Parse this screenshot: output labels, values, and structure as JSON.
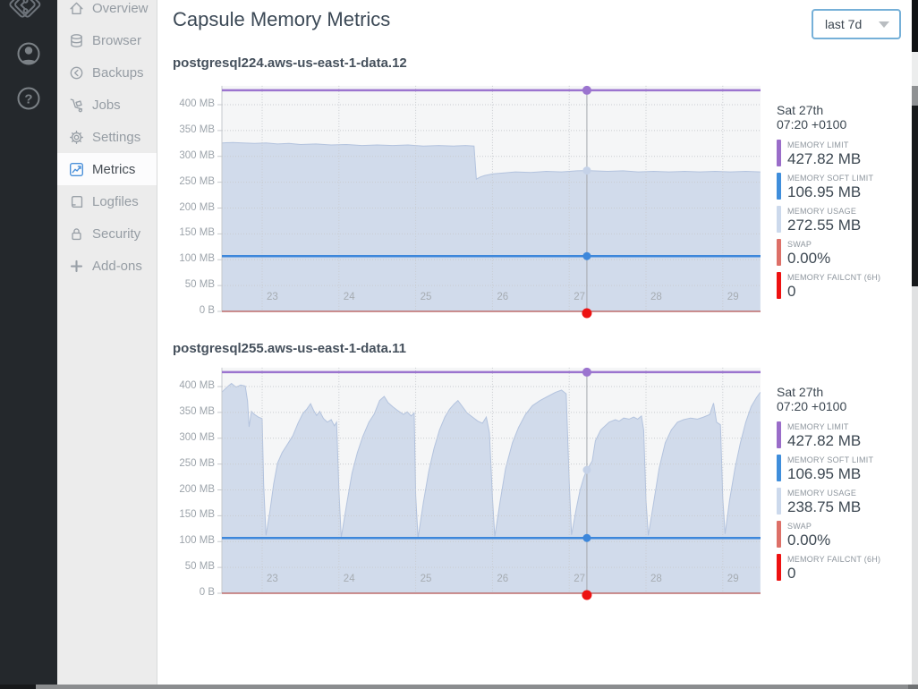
{
  "rail": {
    "logo_icon": "circuit-diamond-logo",
    "avatar_icon": "person",
    "help_glyph": "?"
  },
  "sidebar": {
    "items": [
      {
        "id": "overview",
        "label": "Overview"
      },
      {
        "id": "browser",
        "label": "Browser"
      },
      {
        "id": "backups",
        "label": "Backups"
      },
      {
        "id": "jobs",
        "label": "Jobs"
      },
      {
        "id": "settings",
        "label": "Settings"
      },
      {
        "id": "metrics",
        "label": "Metrics",
        "active": true
      },
      {
        "id": "logfiles",
        "label": "Logfiles"
      },
      {
        "id": "security",
        "label": "Security"
      },
      {
        "id": "addons",
        "label": "Add-ons"
      }
    ]
  },
  "header": {
    "title": "Capsule Memory Metrics",
    "range_selector": {
      "value": "last 7d"
    }
  },
  "charts": [
    {
      "title": "postgresql224.aws-us-east-1-data.12",
      "tooltip_date": "Sat 27th",
      "tooltip_time": "07:20 +0100",
      "legend": [
        {
          "label": "MEMORY LIMIT",
          "value": "427.82 MB",
          "color": "#9a6dc9"
        },
        {
          "label": "MEMORY SOFT LIMIT",
          "value": "106.95 MB",
          "color": "#3f8edb"
        },
        {
          "label": "MEMORY USAGE",
          "value": "272.55 MB",
          "color": "#ccd9ec"
        },
        {
          "label": "SWAP",
          "value": "0.00%",
          "color": "#dd7068"
        },
        {
          "label": "MEMORY FAILCNT (6H)",
          "value": "0",
          "color": "#ee1111"
        }
      ]
    },
    {
      "title": "postgresql255.aws-us-east-1-data.11",
      "tooltip_date": "Sat 27th",
      "tooltip_time": "07:20 +0100",
      "legend": [
        {
          "label": "MEMORY LIMIT",
          "value": "427.82 MB",
          "color": "#9a6dc9"
        },
        {
          "label": "MEMORY SOFT LIMIT",
          "value": "106.95 MB",
          "color": "#3f8edb"
        },
        {
          "label": "MEMORY USAGE",
          "value": "238.75 MB",
          "color": "#ccd9ec"
        },
        {
          "label": "SWAP",
          "value": "0.00%",
          "color": "#dd7068"
        },
        {
          "label": "MEMORY FAILCNT (6H)",
          "value": "0",
          "color": "#ee1111"
        }
      ]
    }
  ],
  "chart_data": [
    {
      "type": "area",
      "title": "postgresql224.aws-us-east-1-data.12",
      "x_range": [
        22.48,
        29.49
      ],
      "x_ticks": [
        23,
        24,
        25,
        26,
        27,
        28,
        29
      ],
      "y_ticks": [
        {
          "v": 400,
          "label": "400 MB"
        },
        {
          "v": 350,
          "label": "350 MB"
        },
        {
          "v": 300,
          "label": "300 MB"
        },
        {
          "v": 250,
          "label": "250 MB"
        },
        {
          "v": 200,
          "label": "200 MB"
        },
        {
          "v": 150,
          "label": "150 MB"
        },
        {
          "v": 100,
          "label": "100 MB"
        },
        {
          "v": 50,
          "label": "50 MB"
        },
        {
          "v": 0,
          "label": "0 B"
        }
      ],
      "ylim": [
        0,
        440
      ],
      "grid": true,
      "legend_position": "right",
      "memory_limit_mb": 427.82,
      "memory_soft_limit_mb": 106.95,
      "swap_pct": 0.0,
      "failcnt_6h": 0,
      "cursor": {
        "day": 27.23,
        "usage_mb": 272.55
      },
      "usage_series": [
        [
          22.48,
          326
        ],
        [
          22.62,
          327
        ],
        [
          22.75,
          326
        ],
        [
          22.9,
          325
        ],
        [
          23.05,
          326
        ],
        [
          23.2,
          324
        ],
        [
          23.35,
          325
        ],
        [
          23.5,
          323
        ],
        [
          23.7,
          324
        ],
        [
          23.9,
          322
        ],
        [
          24.1,
          323
        ],
        [
          24.3,
          321
        ],
        [
          24.5,
          322
        ],
        [
          24.7,
          321
        ],
        [
          24.9,
          322
        ],
        [
          25.1,
          320
        ],
        [
          25.3,
          321
        ],
        [
          25.5,
          320
        ],
        [
          25.65,
          321
        ],
        [
          25.76,
          320
        ],
        [
          25.79,
          256
        ],
        [
          25.84,
          260
        ],
        [
          25.9,
          263
        ],
        [
          26.0,
          266
        ],
        [
          26.15,
          268
        ],
        [
          26.3,
          270
        ],
        [
          26.5,
          269
        ],
        [
          26.7,
          271
        ],
        [
          26.9,
          270
        ],
        [
          27.1,
          272
        ],
        [
          27.23,
          272.55
        ],
        [
          27.5,
          271
        ],
        [
          27.7,
          272
        ],
        [
          27.9,
          270
        ],
        [
          28.1,
          271
        ],
        [
          28.3,
          270
        ],
        [
          28.5,
          271
        ],
        [
          28.7,
          270
        ],
        [
          28.9,
          271
        ],
        [
          29.1,
          270
        ],
        [
          29.3,
          271
        ],
        [
          29.49,
          270
        ]
      ]
    },
    {
      "type": "area",
      "title": "postgresql255.aws-us-east-1-data.11",
      "x_range": [
        22.48,
        29.49
      ],
      "x_ticks": [
        23,
        24,
        25,
        26,
        27,
        28,
        29
      ],
      "y_ticks": [
        {
          "v": 400,
          "label": "400 MB"
        },
        {
          "v": 350,
          "label": "350 MB"
        },
        {
          "v": 300,
          "label": "300 MB"
        },
        {
          "v": 250,
          "label": "250 MB"
        },
        {
          "v": 200,
          "label": "200 MB"
        },
        {
          "v": 150,
          "label": "150 MB"
        },
        {
          "v": 100,
          "label": "100 MB"
        },
        {
          "v": 50,
          "label": "50 MB"
        },
        {
          "v": 0,
          "label": "0 B"
        }
      ],
      "ylim": [
        0,
        440
      ],
      "grid": true,
      "legend_position": "right",
      "memory_limit_mb": 427.82,
      "memory_soft_limit_mb": 106.95,
      "swap_pct": 0.0,
      "failcnt_6h": 0,
      "cursor": {
        "day": 27.23,
        "usage_mb": 238.75
      },
      "usage_series": [
        [
          22.48,
          390
        ],
        [
          22.55,
          400
        ],
        [
          22.6,
          406
        ],
        [
          22.66,
          399
        ],
        [
          22.72,
          403
        ],
        [
          22.78,
          401
        ],
        [
          22.81,
          372
        ],
        [
          22.83,
          322
        ],
        [
          22.86,
          352
        ],
        [
          22.9,
          346
        ],
        [
          22.95,
          341
        ],
        [
          23.0,
          338
        ],
        [
          23.02,
          210
        ],
        [
          23.05,
          112
        ],
        [
          23.1,
          158
        ],
        [
          23.15,
          212
        ],
        [
          23.2,
          252
        ],
        [
          23.26,
          272
        ],
        [
          23.32,
          286
        ],
        [
          23.4,
          305
        ],
        [
          23.47,
          330
        ],
        [
          23.53,
          348
        ],
        [
          23.58,
          356
        ],
        [
          23.63,
          367
        ],
        [
          23.67,
          354
        ],
        [
          23.71,
          344
        ],
        [
          23.75,
          352
        ],
        [
          23.8,
          338
        ],
        [
          23.85,
          331
        ],
        [
          23.9,
          336
        ],
        [
          23.94,
          324
        ],
        [
          23.97,
          331
        ],
        [
          24.0,
          200
        ],
        [
          24.03,
          108
        ],
        [
          24.1,
          172
        ],
        [
          24.17,
          232
        ],
        [
          24.24,
          272
        ],
        [
          24.31,
          303
        ],
        [
          24.39,
          331
        ],
        [
          24.46,
          347
        ],
        [
          24.53,
          373
        ],
        [
          24.59,
          381
        ],
        [
          24.64,
          369
        ],
        [
          24.7,
          361
        ],
        [
          24.77,
          353
        ],
        [
          24.84,
          346
        ],
        [
          24.89,
          351
        ],
        [
          24.94,
          343
        ],
        [
          24.98,
          349
        ],
        [
          25.0,
          190
        ],
        [
          25.03,
          107
        ],
        [
          25.1,
          176
        ],
        [
          25.17,
          236
        ],
        [
          25.24,
          281
        ],
        [
          25.31,
          316
        ],
        [
          25.38,
          341
        ],
        [
          25.44,
          356
        ],
        [
          25.5,
          366
        ],
        [
          25.55,
          373
        ],
        [
          25.61,
          361
        ],
        [
          25.67,
          349
        ],
        [
          25.74,
          341
        ],
        [
          25.81,
          333
        ],
        [
          25.87,
          329
        ],
        [
          25.92,
          341
        ],
        [
          25.96,
          311
        ],
        [
          26.0,
          185
        ],
        [
          26.03,
          110
        ],
        [
          26.1,
          178
        ],
        [
          26.17,
          241
        ],
        [
          26.26,
          291
        ],
        [
          26.34,
          321
        ],
        [
          26.43,
          346
        ],
        [
          26.52,
          363
        ],
        [
          26.62,
          373
        ],
        [
          26.72,
          381
        ],
        [
          26.82,
          389
        ],
        [
          26.9,
          393
        ],
        [
          26.96,
          386
        ],
        [
          27.0,
          215
        ],
        [
          27.03,
          113
        ],
        [
          27.09,
          162
        ],
        [
          27.14,
          199
        ],
        [
          27.19,
          224
        ],
        [
          27.23,
          238.75
        ],
        [
          27.3,
          256
        ],
        [
          27.34,
          295
        ],
        [
          27.41,
          316
        ],
        [
          27.46,
          323
        ],
        [
          27.52,
          331
        ],
        [
          27.6,
          336
        ],
        [
          27.65,
          333
        ],
        [
          27.71,
          339
        ],
        [
          27.78,
          337
        ],
        [
          27.84,
          341
        ],
        [
          27.89,
          337
        ],
        [
          27.94,
          343
        ],
        [
          27.97,
          316
        ],
        [
          28.0,
          180
        ],
        [
          28.03,
          112
        ],
        [
          28.1,
          176
        ],
        [
          28.17,
          241
        ],
        [
          28.25,
          291
        ],
        [
          28.33,
          316
        ],
        [
          28.41,
          331
        ],
        [
          28.49,
          336
        ],
        [
          28.58,
          339
        ],
        [
          28.67,
          337
        ],
        [
          28.75,
          341
        ],
        [
          28.83,
          346
        ],
        [
          28.88,
          368
        ],
        [
          28.92,
          331
        ],
        [
          28.97,
          326
        ],
        [
          29.0,
          185
        ],
        [
          29.03,
          115
        ],
        [
          29.09,
          181
        ],
        [
          29.16,
          242
        ],
        [
          29.23,
          291
        ],
        [
          29.3,
          331
        ],
        [
          29.37,
          361
        ],
        [
          29.44,
          379
        ],
        [
          29.49,
          389
        ]
      ]
    }
  ],
  "colors": {
    "memory_limit": "#9b74cf",
    "memory_soft_limit": "#3d87db",
    "memory_usage_fill": "#ccd7e9",
    "memory_usage_edge": "#b3c3de",
    "swap_baseline": "#b5524f",
    "failcnt_dot": "#ed1212",
    "plot_bg": "#f5f6f7",
    "grid": "#c9ccd0",
    "accent_border": "#76b0d8"
  }
}
